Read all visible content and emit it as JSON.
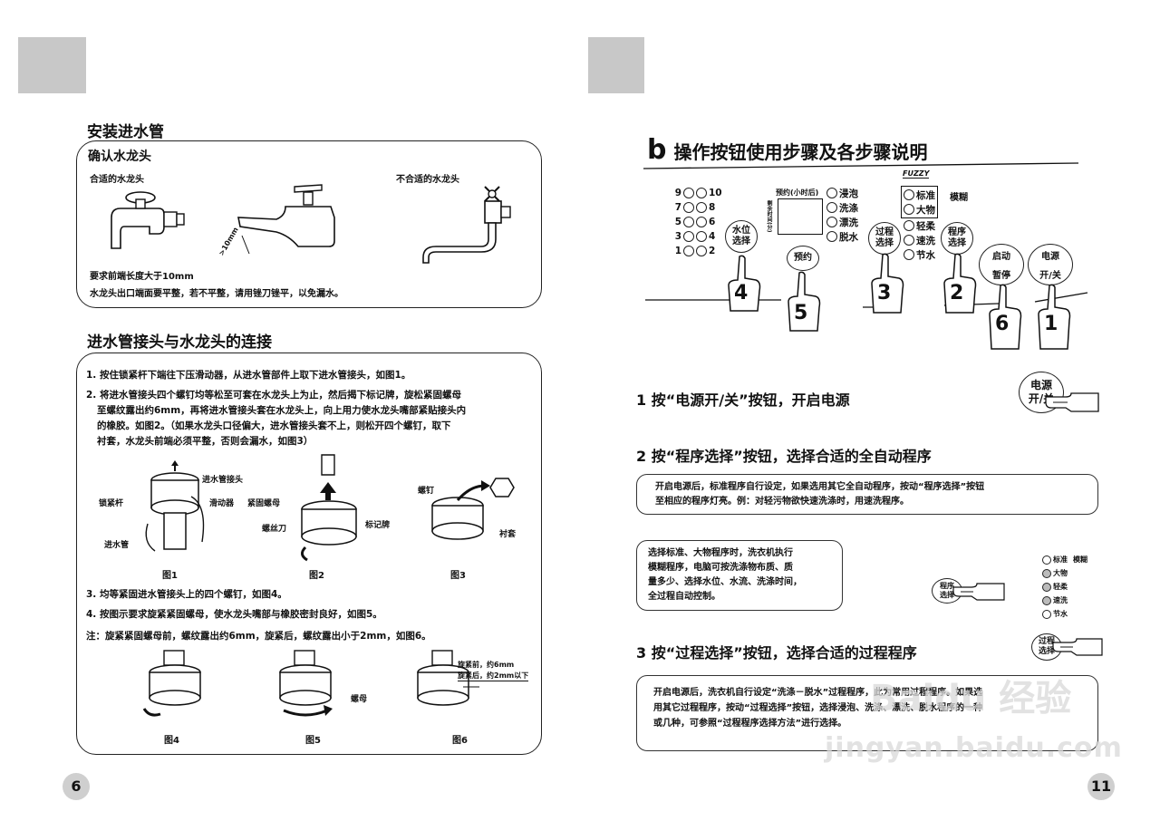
{
  "left": {
    "page_number": "6",
    "section1_title": "安装进水管",
    "box1": {
      "title": "确认水龙头",
      "good_label": "合适的水龙头",
      "bad_label": "不合适的水龙头",
      "dim_label": ">10mm",
      "note1": "要求前端长度大于10mm",
      "note2": "水龙头出口端面要平整，若不平整，请用锉刀锉平，以免漏水。"
    },
    "section2_title": "进水管接头与水龙头的连接",
    "box2": {
      "item1": "1. 按住锁紧杆下端往下压滑动器，从进水管部件上取下进水管接头，如图1。",
      "item2a": "2. 将进水管接头四个螺钉均等松至可套在水龙头上为止，然后揭下标记牌，旋松紧固螺母",
      "item2b": "至螺纹露出约6mm，再将进水管接头套在水龙头上，向上用力使水龙头嘴部紧贴接头内",
      "item2c": "的橡胶。如图2。（如果水龙头口径偏大，进水管接头套不上，则松开四个螺钉，取下",
      "item2d": "衬套，水龙头前端必须平整，否则会漏水，如图3）",
      "fig1_labels": [
        "进水管接头",
        "锁紧杆",
        "滑动器",
        "进水管"
      ],
      "fig2_labels": [
        "紧固螺母",
        "螺丝刀",
        "标记牌"
      ],
      "fig3_labels": [
        "螺钉",
        "衬套"
      ],
      "fig_names": [
        "图1",
        "图2",
        "图3",
        "图4",
        "图5",
        "图6"
      ],
      "item3": "3. 均等紧固进水管接头上的四个螺钉，如图4。",
      "item4": "4. 按图示要求旋紧紧固螺母，使水龙头嘴部与橡胶密封良好，如图5。",
      "note": "注：旋紧紧固螺母前，螺纹露出约6mm，旋紧后，螺纹露出小于2mm，如图6。",
      "fig5_label": "螺母",
      "fig6_before": "旋紧前，约6mm",
      "fig6_after": "旋紧后，约2mm以下"
    }
  },
  "right": {
    "page_number": "11",
    "title_letter": "b",
    "title": "操作按钮使用步骤及各步骤说明",
    "panel": {
      "water_levels": [
        [
          "9",
          "10"
        ],
        [
          "7",
          "8"
        ],
        [
          "5",
          "6"
        ],
        [
          "3",
          "4"
        ],
        [
          "1",
          "2"
        ]
      ],
      "timer_label": "预约(小时后)",
      "time_label": "剩余时间(分)",
      "process_leds": [
        "浸泡",
        "洗涤",
        "漂洗",
        "脱水"
      ],
      "program_leds": [
        "标准",
        "大物",
        "轻柔",
        "速洗",
        "节水"
      ],
      "fuzzy_label": "模糊",
      "fuzzy_logo": "FUZZY",
      "btn_water": "水位\n选择",
      "btn_timer": "预约",
      "btn_process": "过程\n选择",
      "btn_program": "程序\n选择",
      "btn_start_top": "启动",
      "btn_start_bottom": "暂停",
      "btn_power_top": "电源",
      "btn_power_bottom": "开/关",
      "finger_numbers": [
        "4",
        "5",
        "3",
        "2",
        "6",
        "1"
      ]
    },
    "step1": "1 按“电源开/关”按钮，开启电源",
    "step1_btn": "电源\n开/关",
    "step2": "2 按“程序选择”按钮，选择合适的全自动程序",
    "step2_box_a": "开启电源后，标准程序自行设定，如果选用其它全自动程序，按动“程序选择”按钮",
    "step2_box_b": "至相应的程序灯亮。例：对轻污物欲快速洗涤时，用速洗程序。",
    "fuzzy_box_lines": [
      "选择标准、大物程序时，洗衣机执行",
      "模糊程序，电脑可按洗涤物布质、质",
      "量多少、选择水位、水流、洗涤时间，",
      "全过程自动控制。"
    ],
    "mini_leds": [
      "标准",
      "大物",
      "轻柔",
      "速洗",
      "节水"
    ],
    "mini_fuzzy": "模糊",
    "mini_btn": "程序\n选择",
    "step3": "3 按“过程选择”按钮，选择合适的过程程序",
    "step3_btn": "过程\n选择",
    "step3_box_a": "开启电源后，洗衣机自行设定“洗涤－脱水”过程程序，此为常用过程程序。如果选",
    "step3_box_b": "用其它过程程序，按动“过程选择”按钮，选择浸泡、洗涤、漂洗、脱水程序的一种",
    "step3_box_c": "或几种，可参照“过程程序选择方法”进行选择。",
    "watermark_main": "Baidu 经验",
    "watermark_sub": "jingyan.baidu.com"
  }
}
